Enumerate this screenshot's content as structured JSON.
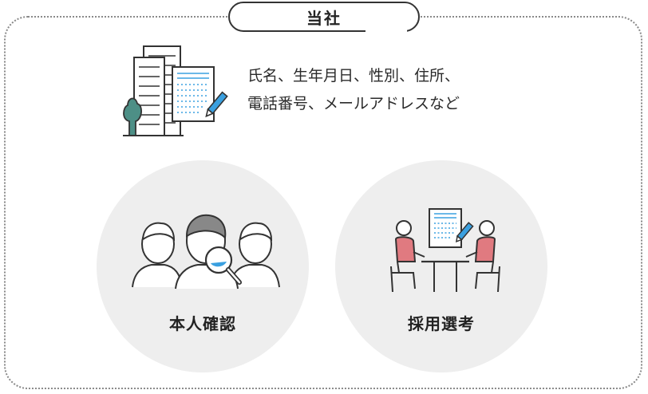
{
  "header": {
    "title": "当社"
  },
  "info": {
    "line1": "氏名、生年月日、性別、住所、",
    "line2": "電話番号、メールアドレスなど",
    "icon": "building-document-icon"
  },
  "purposes": [
    {
      "label": "本人確認",
      "icon": "people-magnifier-icon"
    },
    {
      "label": "採用選考",
      "icon": "interview-meeting-icon"
    }
  ],
  "colors": {
    "accent_blue": "#3aa0e0",
    "accent_red": "#e07a80",
    "tree_green": "#4d8f86",
    "circle_bg": "#eeeeee"
  }
}
